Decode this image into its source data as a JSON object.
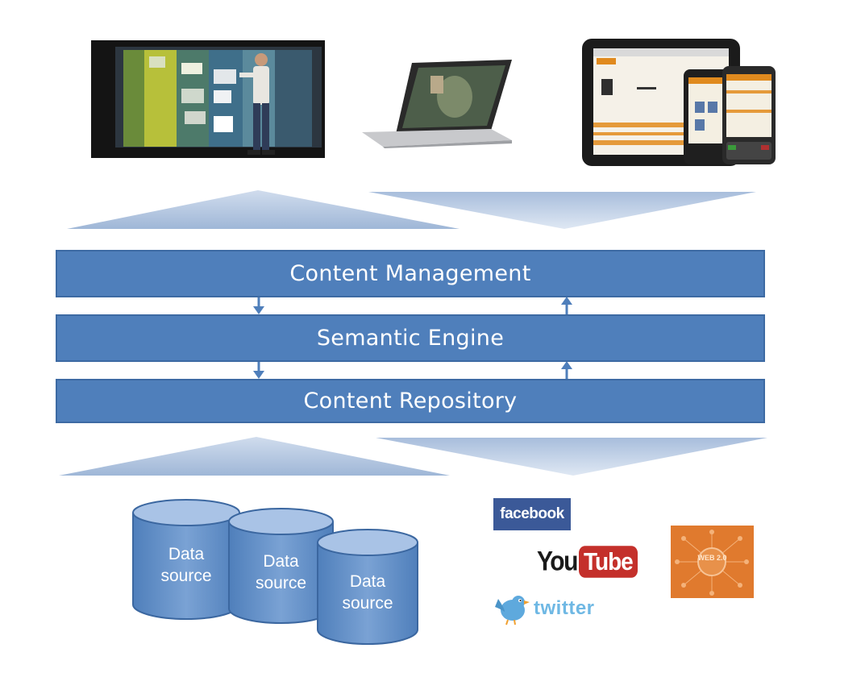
{
  "layers": {
    "content_management": "Content Management",
    "semantic_engine": "Semantic Engine",
    "content_repository": "Content Repository"
  },
  "data_sources": [
    {
      "label_line1": "Data",
      "label_line2": "source"
    },
    {
      "label_line1": "Data",
      "label_line2": "source"
    },
    {
      "label_line1": "Data",
      "label_line2": "source"
    }
  ],
  "logos": {
    "facebook": "facebook",
    "youtube_you": "You",
    "youtube_tube": "Tube",
    "twitter": "twitter",
    "web20": "WEB 2.0"
  },
  "colors": {
    "layer_fill": "#4f7fbb",
    "layer_border": "#3d6aa3",
    "facebook": "#3b5998",
    "youtube_red": "#c4302b",
    "twitter": "#5ea9dd",
    "web20": "#e07a2e"
  },
  "icons": [
    "touch-wall-display",
    "laptop",
    "tablet",
    "smartphone",
    "smartphone",
    "twitter-bird-icon"
  ]
}
